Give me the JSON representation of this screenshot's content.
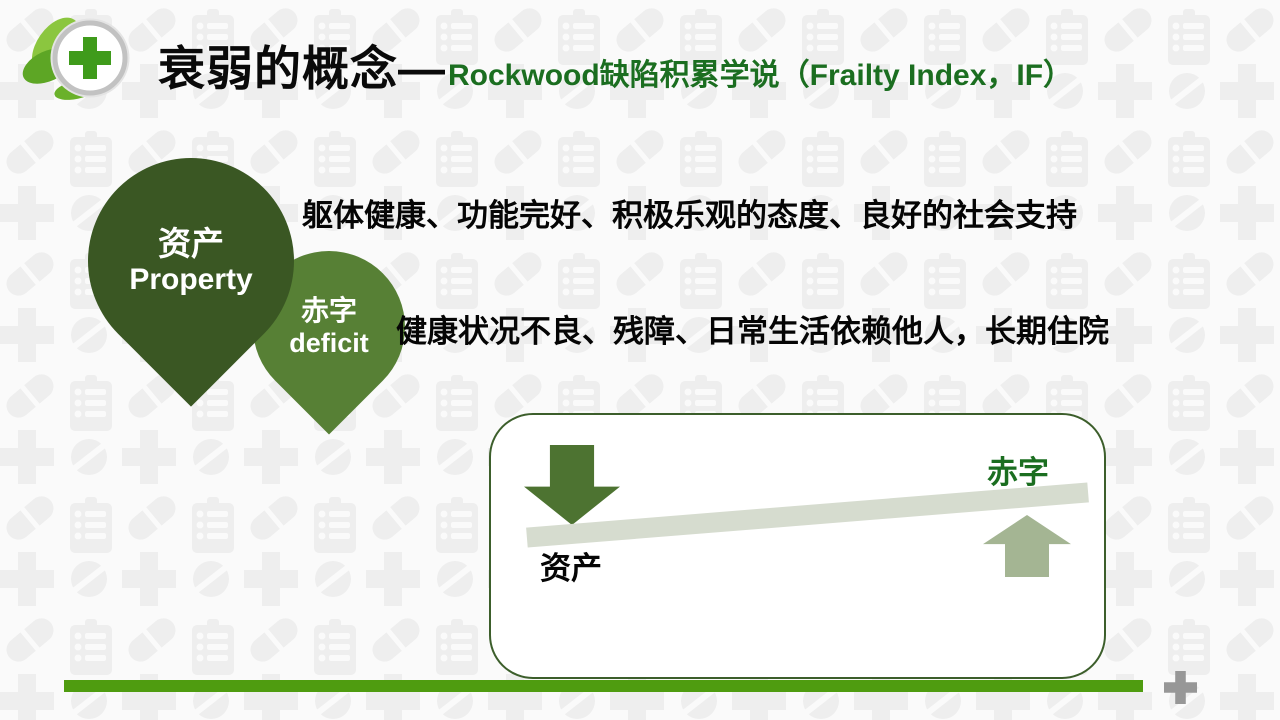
{
  "slide": {
    "header": {
      "title_main": "衰弱的概念—",
      "title_sub": "Rockwood缺陷积累学说（Frailty Index，IF）"
    },
    "drops": {
      "property": {
        "zh": "资产",
        "en": "Property"
      },
      "deficit": {
        "zh": "赤字",
        "en": "deficit"
      }
    },
    "descriptions": {
      "property": "躯体健康、功能完好、积极乐观的态度、良好的社会支持",
      "deficit": "健康状况不良、残障、日常生活依赖他人，长期住院"
    },
    "seesaw": {
      "left_label": "资产",
      "right_label": "赤字"
    },
    "icons": {
      "logo": "leaf-cross-logo",
      "down_arrow": "down-arrow-icon",
      "up_arrow": "up-arrow-icon",
      "footer_plus": "plus-icon",
      "watermark": [
        "capsule-icon",
        "clipboard-icon",
        "plus-icon",
        "tablet-icon"
      ]
    },
    "colors": {
      "title_accent_green": "#1b6e20",
      "drop_dark_green": "#3a5723",
      "drop_light_green": "#578035",
      "down_arrow_green": "#4d7331",
      "up_arrow_sage": "#a4b593",
      "plank_gray_green": "#d6dccf",
      "box_border_green": "#3c5e2b",
      "footer_bar_green": "#4f9c10",
      "footer_plus_gray": "#979797",
      "background": "#fafafa",
      "watermark_gray": "#eeeeee"
    }
  }
}
